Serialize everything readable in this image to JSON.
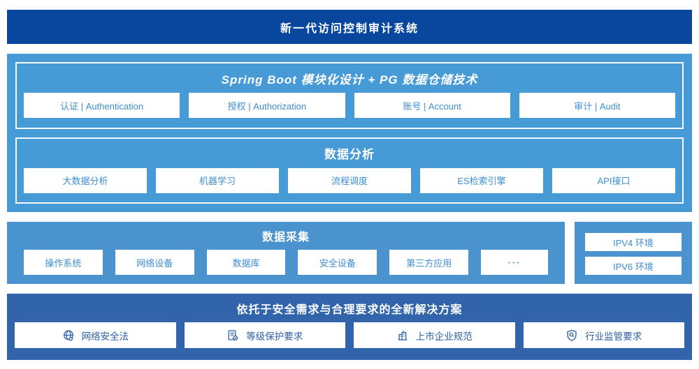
{
  "colors": {
    "banner_bg": "#08479d",
    "platform_bg": "#469bd7",
    "collection_bg": "#4a93cf",
    "solution_bg": "#3164aa",
    "box_text_light_section": "#3d8ed3",
    "box_text_dark_section": "#2b5fa7",
    "panel_border": "#ffffff"
  },
  "banner": {
    "title": "新一代访问控制审计系统"
  },
  "platform": {
    "modules": {
      "title": "Spring Boot 模块化设计 + PG 数据仓储技术",
      "boxes": [
        "认证 | Authentication",
        "授权 | Authorization",
        "账号 | Account",
        "审计 | Audit"
      ]
    },
    "analysis": {
      "title": "数据分析",
      "boxes": [
        "大数据分析",
        "机器学习",
        "流程调度",
        "ES检索引擎",
        "API接口"
      ]
    }
  },
  "collection": {
    "title": "数据采集",
    "boxes": [
      "操作系统",
      "网络设备",
      "数据库",
      "安全设备",
      "第三方应用",
      "···"
    ]
  },
  "network": {
    "boxes": [
      "IPV4 环境",
      "IPV6 环境"
    ]
  },
  "solution": {
    "title": "依托于安全需求与合理要求的全新解决方案",
    "items": [
      {
        "icon": "globe-icon",
        "label": "网络安全法"
      },
      {
        "icon": "document-check-icon",
        "label": "等级保护要求"
      },
      {
        "icon": "building-icon",
        "label": "上市企业规范"
      },
      {
        "icon": "shield-search-icon",
        "label": "行业监管要求"
      }
    ]
  }
}
